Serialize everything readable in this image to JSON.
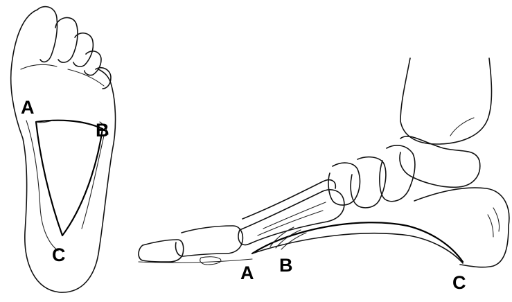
{
  "sole_view": {
    "labels": {
      "a": "A",
      "b": "B",
      "c": "C"
    }
  },
  "side_view": {
    "labels": {
      "a": "A",
      "b": "B",
      "c": "C"
    }
  },
  "colors": {
    "ink": "#111111",
    "background": "#ffffff"
  }
}
